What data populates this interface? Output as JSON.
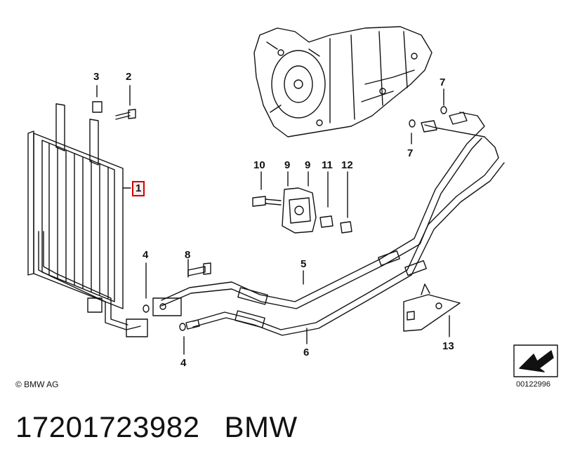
{
  "callouts": {
    "c1": "1",
    "c2": "2",
    "c3": "3",
    "c4a": "4",
    "c4b": "4",
    "c5": "5",
    "c6": "6",
    "c7a": "7",
    "c7b": "7",
    "c8": "8",
    "c9a": "9",
    "c9b": "9",
    "c10": "10",
    "c11": "11",
    "c12": "12",
    "c13": "13"
  },
  "copyright": "© BMW AG",
  "diagram_ref": "00122996",
  "footer": {
    "part_number": "17201723982",
    "brand": "BMW"
  },
  "colors": {
    "line": "#111111",
    "highlight_border": "#d40000",
    "highlight_fill": "#ffe9e9"
  }
}
